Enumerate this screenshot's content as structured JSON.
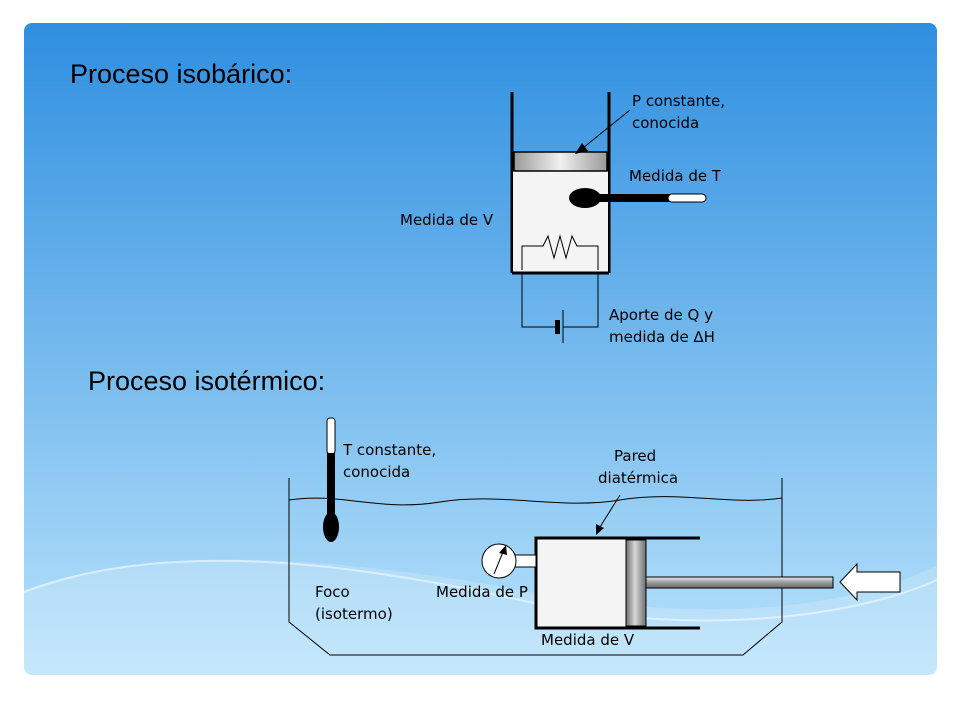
{
  "slide": {
    "colors": {
      "bg_top": "#2f8fe0",
      "bg_bottom": "#b9e3fb",
      "wave": "#ffffff"
    }
  },
  "isobaric": {
    "heading": "Proceso isobárico:",
    "labels": {
      "pressure_line1": "P constante,",
      "pressure_line2": "conocida",
      "temperature": "Medida de T",
      "volume": "Medida de V",
      "heat_line1": "Aporte de Q y",
      "heat_line2": "medida de ∆H"
    }
  },
  "isothermal": {
    "heading": "Proceso isotérmico:",
    "labels": {
      "temp_line1": "T constante,",
      "temp_line2": "conocida",
      "wall_line1": "Pared",
      "wall_line2": "diatérmica",
      "bath_line1": "Foco",
      "bath_line2": "(isotermo)",
      "pressure": "Medida de P",
      "volume": "Medida de V"
    }
  }
}
